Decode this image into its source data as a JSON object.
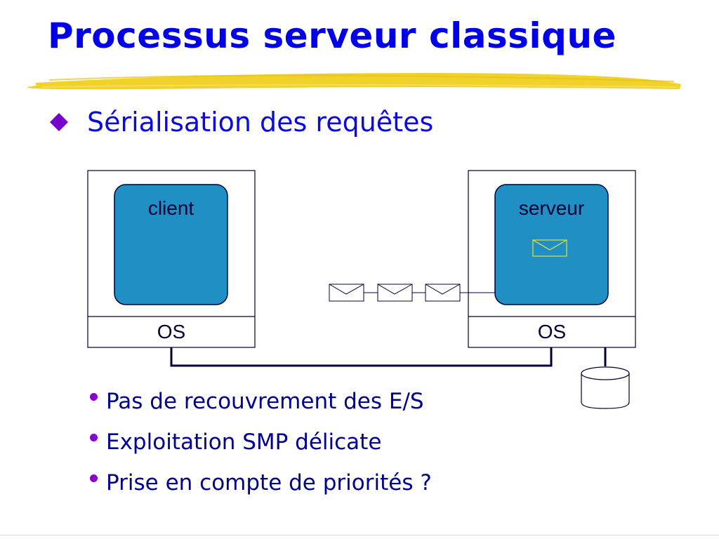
{
  "slide": {
    "title": "Processus serveur classique",
    "main_bullet": "Sérialisation des requêtes",
    "sub_bullets": [
      "Pas de recouvrement des E/S",
      "Exploitation SMP délicate",
      "Prise en compte de priorités ?"
    ]
  },
  "diagram": {
    "client_label": "client",
    "server_label": "serveur",
    "client_os_label": "OS",
    "server_os_label": "OS",
    "queue_message_count": 3
  },
  "colors": {
    "title": "#0000e8",
    "highlight_stroke": "#f0d020",
    "bullet_diamond": "#7700cc",
    "process_fill": "#1f8fc4",
    "wire": "#000033",
    "server_envelope": "#e0e040"
  },
  "icons": {
    "main_bullet": "diamond-bullet-icon",
    "message": "envelope-icon",
    "storage": "disk-cylinder-icon"
  }
}
